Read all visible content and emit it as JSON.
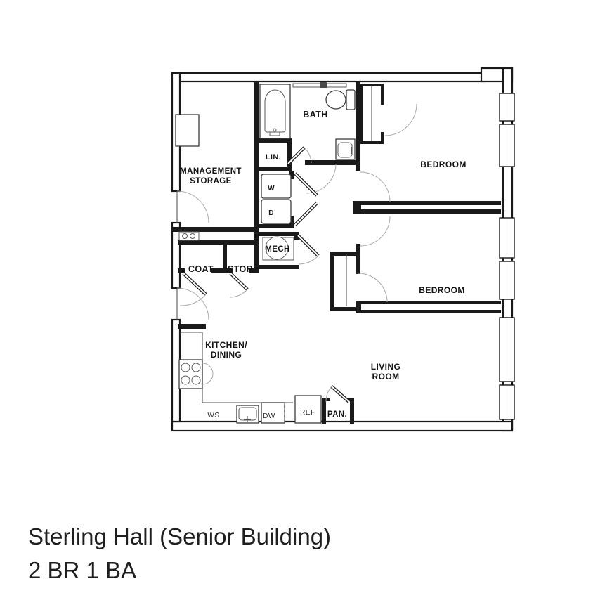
{
  "title": {
    "line1": "Sterling Hall (Senior Building)",
    "line2": "2 BR 1 BA"
  },
  "plan": {
    "labels": {
      "bath": "BATH",
      "lin": "LIN.",
      "management_line1": "MANAGEMENT",
      "management_line2": "STORAGE",
      "washer": "W",
      "dryer": "D",
      "mech": "MECH",
      "coat": "COAT",
      "stor": "STOR.",
      "bedroom_top": "BEDROOM",
      "bedroom_middle": "BEDROOM",
      "kitchen_line1": "KITCHEN/",
      "kitchen_line2": "DINING",
      "living_line1": "LIVING",
      "living_line2": "ROOM",
      "ws": "WS",
      "dw": "DW",
      "ref": "REF",
      "pan": "PAN."
    }
  },
  "colors": {
    "wall": "#1a1a1a",
    "door_arc": "#a9a9a9",
    "fixture": "#3c3c3c",
    "background": "#ffffff"
  }
}
